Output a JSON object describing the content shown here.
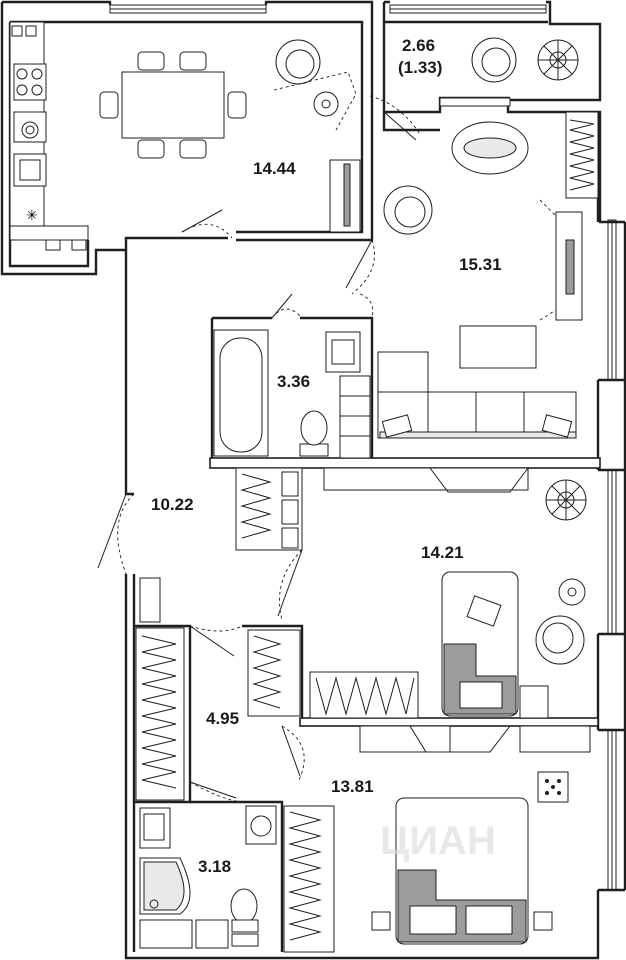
{
  "floor_plan": {
    "rooms": [
      {
        "id": "kitchen",
        "label": "14.44"
      },
      {
        "id": "balcony",
        "label": "2.66",
        "sub_label": "(1.33)"
      },
      {
        "id": "living-room",
        "label": "15.31"
      },
      {
        "id": "bathroom-1",
        "label": "3.36"
      },
      {
        "id": "hallway",
        "label": "10.22"
      },
      {
        "id": "bedroom-1",
        "label": "14.21"
      },
      {
        "id": "closet",
        "label": "4.95"
      },
      {
        "id": "bedroom-2",
        "label": "13.81"
      },
      {
        "id": "bathroom-2",
        "label": "3.18"
      }
    ],
    "watermark_text": "ЦИАН"
  }
}
